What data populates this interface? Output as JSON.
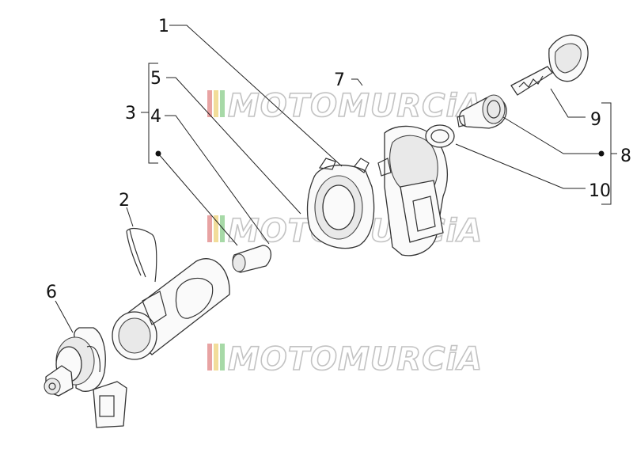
{
  "callouts": {
    "c1": "1",
    "c2": "2",
    "c3": "3",
    "c4": "4",
    "c5": "5",
    "c6": "6",
    "c7": "7",
    "c8": "8",
    "c9": "9",
    "c10": "10"
  },
  "watermark": {
    "text": "MOTOMURCiA",
    "flag_colors": [
      "#e8a3a3",
      "#f2dd9a",
      "#a7d9a7"
    ]
  }
}
